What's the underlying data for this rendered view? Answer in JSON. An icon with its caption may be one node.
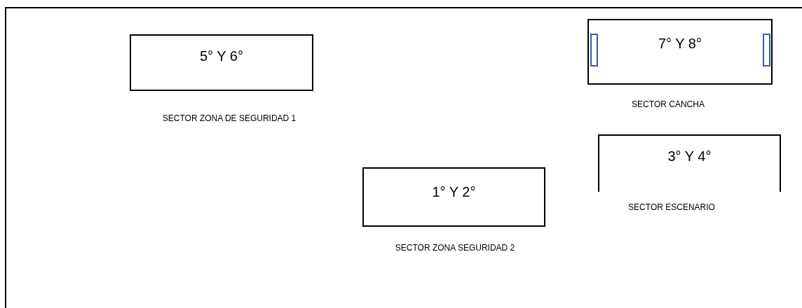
{
  "diagram": {
    "nodes": [
      {
        "text": [],
        "shape": "box"
      },
      {
        "text": [
          "5° Y 6°"
        ],
        "in": 0,
        "beside": [
          "SECTOR ZONA DE SEGURIDAD 1"
        ]
      },
      {
        "text": [
          "7° Y 8°"
        ],
        "in": 0,
        "beside": [
          "SECTOR CANCHA"
        ]
      },
      {
        "text": [
          "3° Y 4°"
        ],
        "in": 0,
        "beside": [
          "SECTOR ESCENARIO"
        ]
      },
      {
        "text": [
          "1° Y 2°"
        ],
        "in": 0,
        "beside": [
          "SECTOR ZONA SEGURIDAD 2"
        ]
      }
    ]
  }
}
